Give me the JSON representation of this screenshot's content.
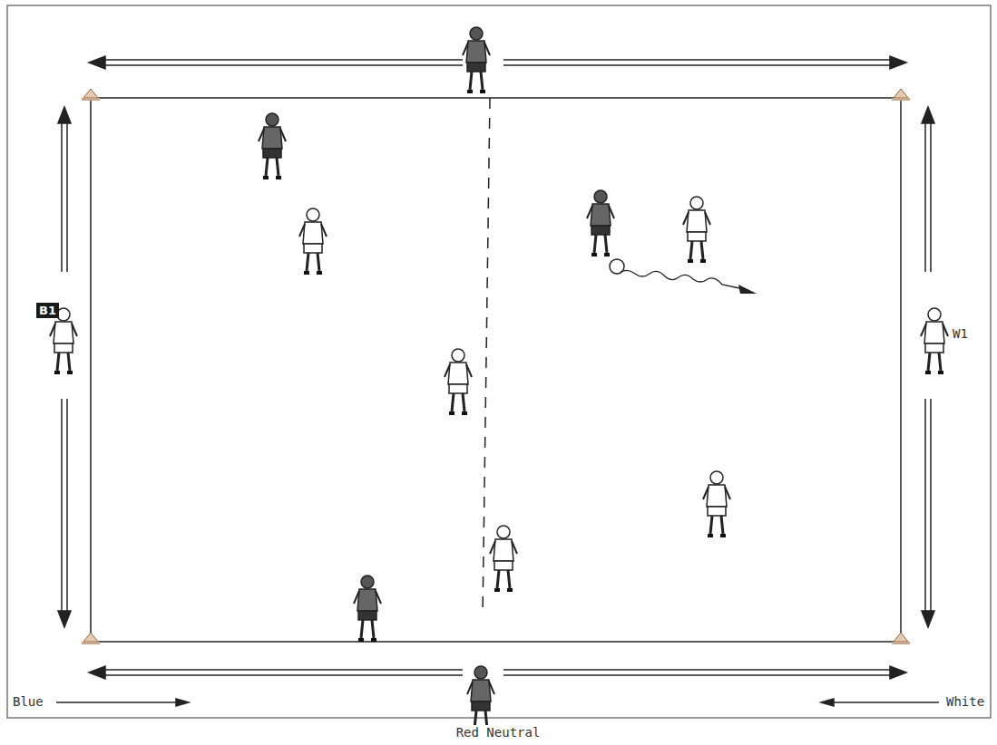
{
  "diagram": {
    "nodes": [
      {
        "text": [
          "B1"
        ]
      }
    ],
    "labels": [
      "W1",
      "Blue",
      "White",
      "Red Neutral"
    ]
  }
}
